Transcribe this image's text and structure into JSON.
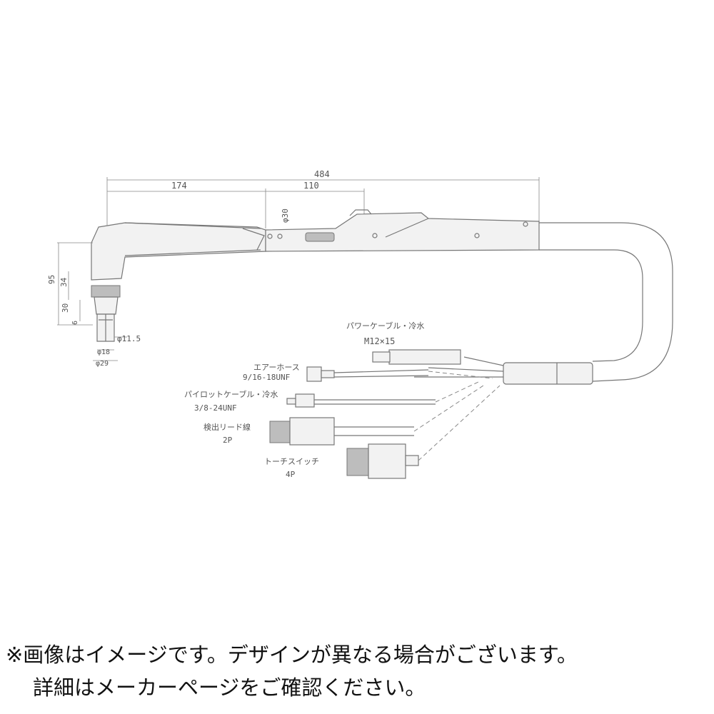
{
  "dimensions": {
    "overall": "484",
    "front": "174",
    "mid": "110",
    "handle_dia": "φ30",
    "height_95": "95",
    "height_34": "34",
    "height_30": "30",
    "height_6": "6",
    "nozzle_dia": "φ11.5",
    "inner_dia": "φ18",
    "outer_dia": "φ29"
  },
  "cables": {
    "power_cable_label": "パワーケーブル・冷水",
    "power_cable_spec": "M12×15",
    "air_hose_label": "エアーホース",
    "air_hose_spec": "9/16-18UNF",
    "pilot_cable_label": "パイロットケーブル・冷水",
    "pilot_cable_spec": "3/8-24UNF",
    "detect_lead_label": "検出リード線",
    "detect_lead_spec": "2P",
    "torch_switch_label": "トーチスイッチ",
    "torch_switch_spec": "4P"
  },
  "notice": {
    "line1": "※画像はイメージです。デザインが異なる場合がございます。",
    "line2": "詳細はメーカーページをご確認ください。"
  }
}
